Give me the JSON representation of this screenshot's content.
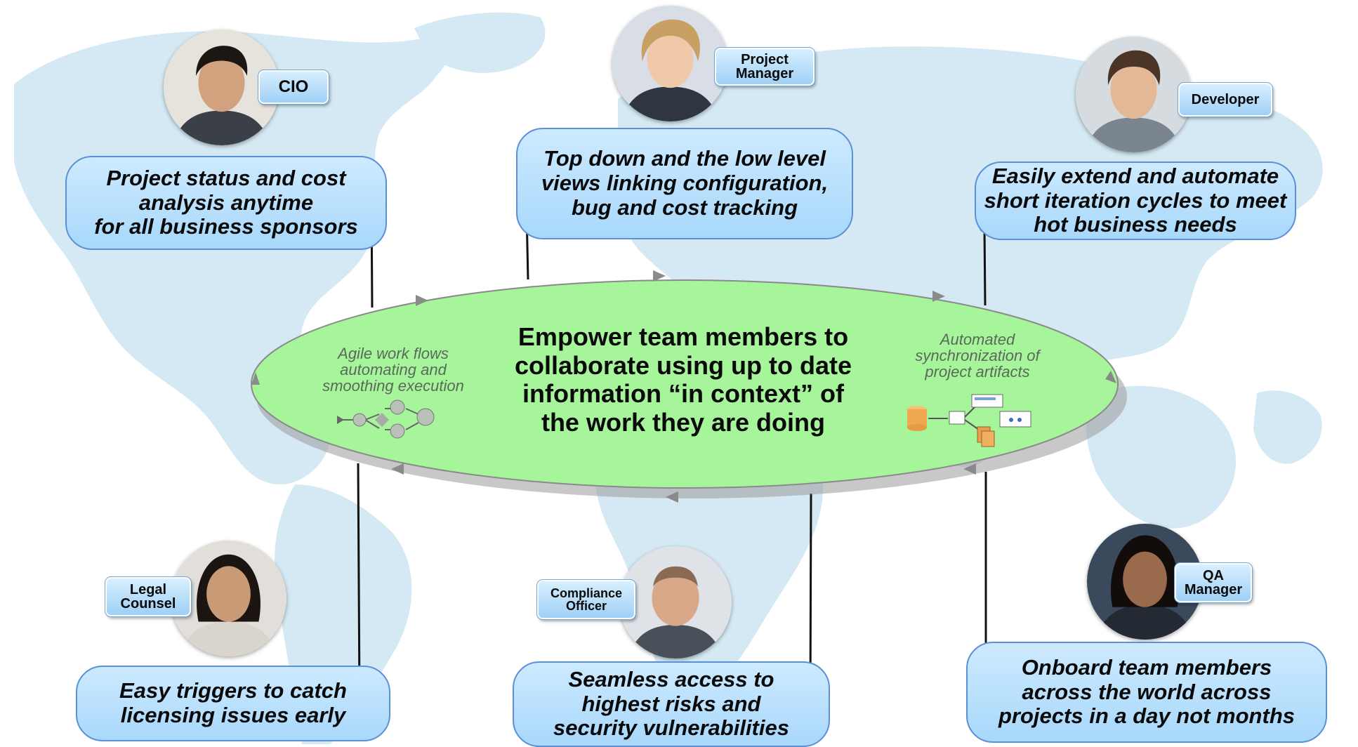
{
  "hub": {
    "title": "Empower team members to\ncollaborate using up to date\ninformation “in context” of\nthe work they are doing",
    "left_note": "Agile work flows\nautomating and\nsmoothing execution",
    "right_note": "Automated\nsynchronization of\nproject artifacts",
    "fill_color": "#a6f59b"
  },
  "roles": {
    "cio": "CIO",
    "project_manager": "Project\nManager",
    "developer": "Developer",
    "legal_counsel": "Legal\nCounsel",
    "compliance_officer": "Compliance\nOfficer",
    "qa_manager": "QA\nManager"
  },
  "callouts": {
    "cio": "Project status and cost\nanalysis anytime\nfor all business sponsors",
    "project_manager": "Top down and the low level\nviews linking configuration,\nbug and cost tracking",
    "developer": "Easily extend and automate\nshort iteration cycles to meet\nhot business needs",
    "legal_counsel": "Easy triggers to catch\nlicensing issues early",
    "compliance_officer": "Seamless access to\nhighest risks and\nsecurity vulnerabilities",
    "qa_manager": "Onboard team members\nacross the world across\nprojects in a day not months"
  },
  "colors": {
    "callout_fill": "#b6defd",
    "callout_border": "#5b8fd6",
    "map": "#cfe7f1"
  }
}
